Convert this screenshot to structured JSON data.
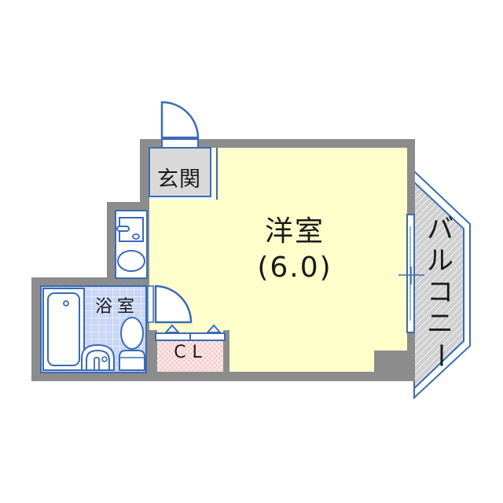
{
  "floor_plan": {
    "rooms": [
      {
        "id": "genkan",
        "label": "玄関",
        "meaning": "entrance"
      },
      {
        "id": "western_room",
        "label": "洋室",
        "size_label": "(6.0)",
        "meaning": "western-style room, 6.0 tatami"
      },
      {
        "id": "bathroom",
        "label": "浴室",
        "meaning": "bathroom"
      },
      {
        "id": "closet",
        "label": "CL",
        "meaning": "closet"
      },
      {
        "id": "balcony",
        "label": "バルコニー",
        "label_chars": [
          "バ",
          "ル",
          "コ",
          "ニ",
          "ー"
        ],
        "meaning": "balcony"
      }
    ],
    "fixtures": [
      "entrance-door",
      "washing-machine-space",
      "kitchen-sink",
      "bathtub",
      "wash-basin",
      "toilet",
      "room-door",
      "closet-doors",
      "balcony-window"
    ],
    "colors": {
      "wall": "#8c8c8c",
      "room_fill": "#ffffcc",
      "genkan_fill": "#d9d9d9",
      "bath_fill": "#c9d6f5",
      "closet_fill": "#f5d0d0",
      "balcony_fill": "#d4d4d4",
      "fixture_stroke": "#3a6bb5"
    }
  }
}
